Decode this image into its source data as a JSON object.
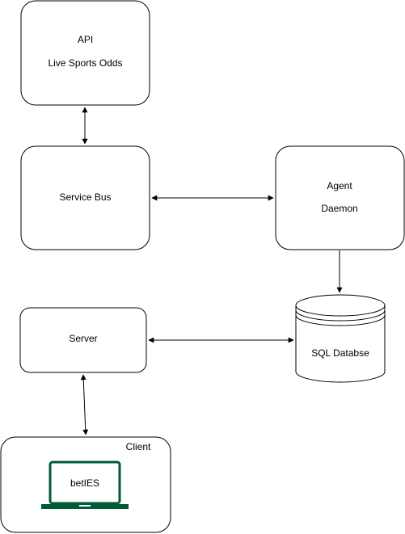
{
  "diagram": {
    "nodes": {
      "api": {
        "line1": "API",
        "line2": "Live Sports Odds"
      },
      "service_bus": {
        "label": "Service Bus"
      },
      "agent": {
        "line1": "Agent",
        "line2": "Daemon"
      },
      "database": {
        "label": "SQL Databse",
        "shape": "cylinder"
      },
      "server": {
        "label": "Server"
      },
      "client": {
        "label": "Client"
      },
      "laptop": {
        "label": "betIES",
        "icon": "laptop-icon",
        "color": "#005a36"
      }
    },
    "edges": [
      {
        "from": "api",
        "to": "service_bus",
        "direction": "both"
      },
      {
        "from": "service_bus",
        "to": "agent",
        "direction": "both"
      },
      {
        "from": "agent",
        "to": "database",
        "direction": "forward"
      },
      {
        "from": "server",
        "to": "database",
        "direction": "both"
      },
      {
        "from": "server",
        "to": "client",
        "direction": "both"
      }
    ],
    "colors": {
      "stroke": "#000000",
      "fill": "#ffffff",
      "laptop": "#005a36"
    }
  }
}
